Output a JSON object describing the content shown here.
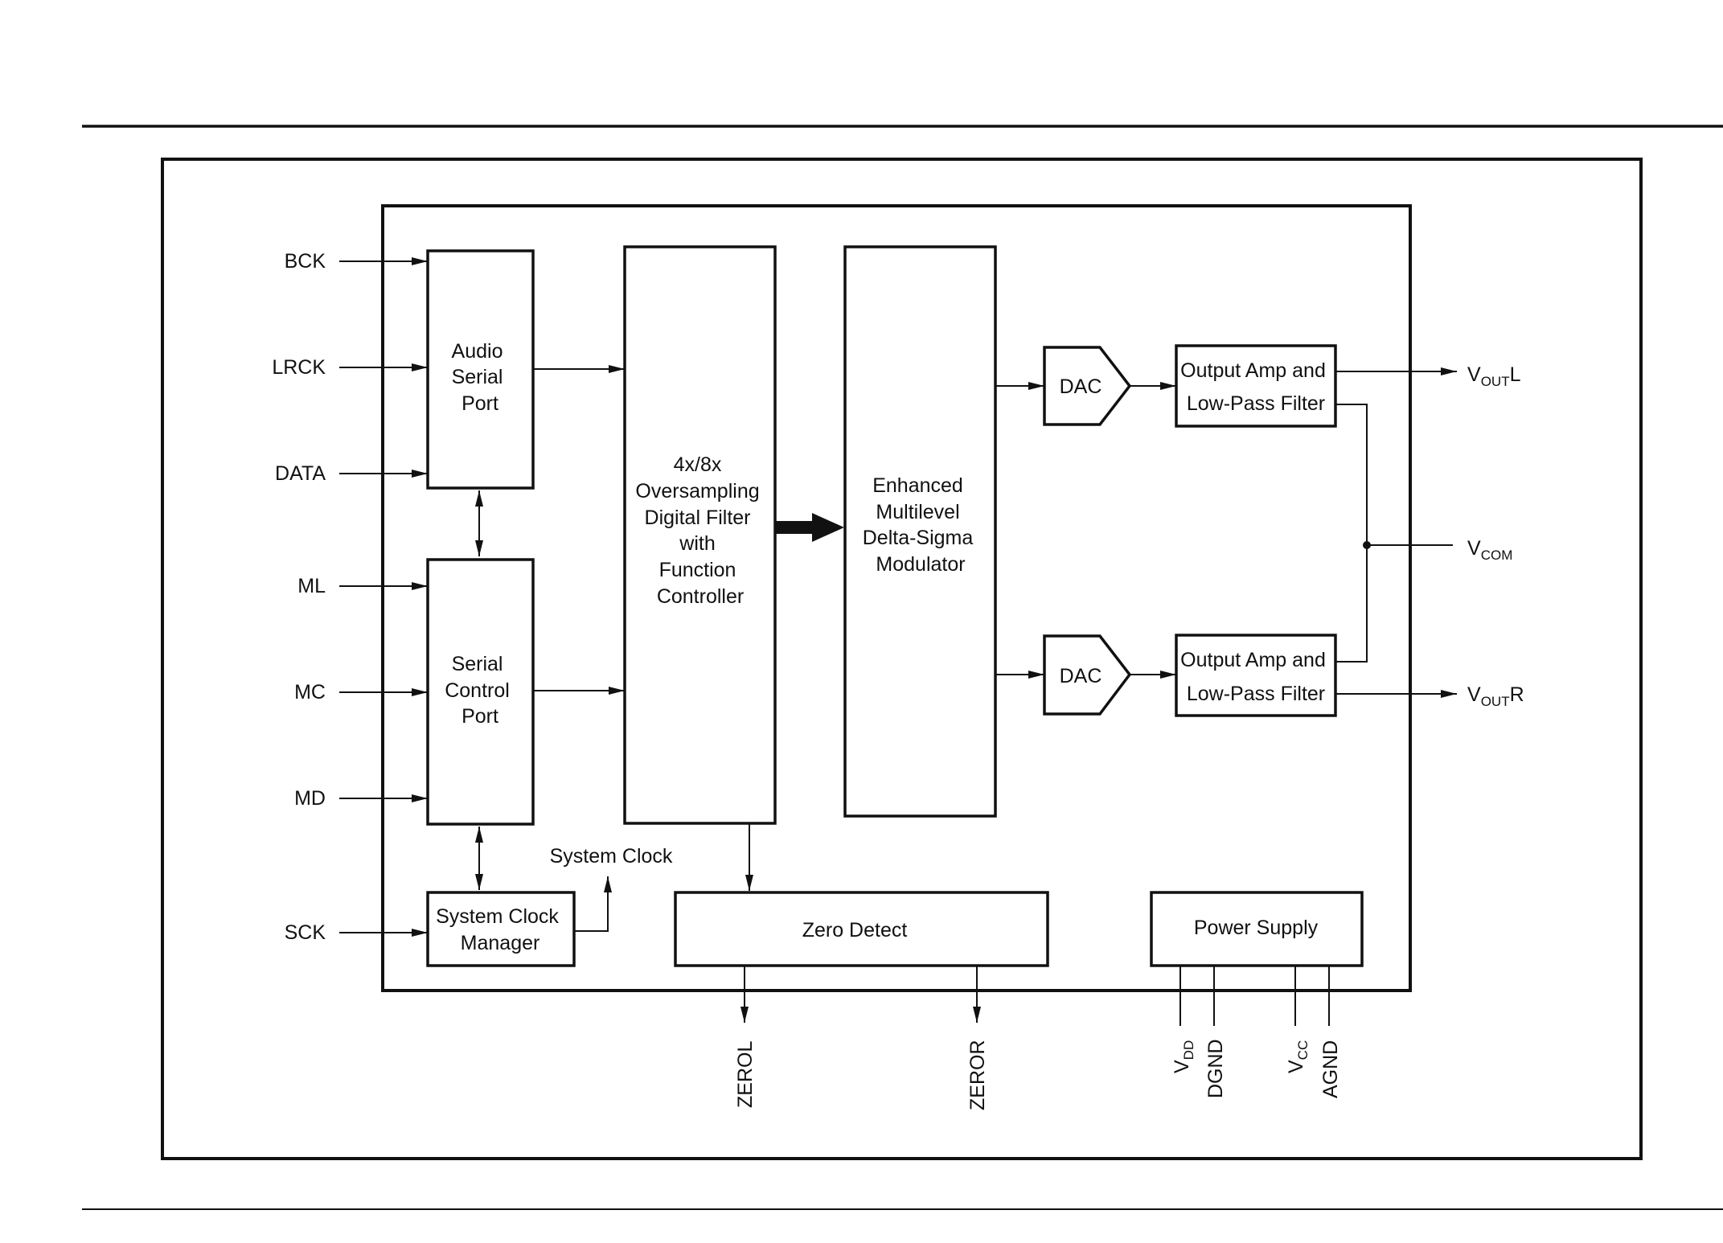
{
  "inputs": {
    "bck": "BCK",
    "lrck": "LRCK",
    "data": "DATA",
    "ml": "ML",
    "mc": "MC",
    "md": "MD",
    "sck": "SCK"
  },
  "blocks": {
    "audio_serial_port": [
      "Audio",
      "Serial",
      "Port"
    ],
    "serial_control_port": [
      "Serial",
      "Control",
      "Port"
    ],
    "digital_filter": [
      "4x/8x",
      "Oversampling",
      "Digital Filter",
      "with",
      "Function",
      "Controller"
    ],
    "modulator": [
      "Enhanced",
      "Multilevel",
      "Delta-Sigma",
      "Modulator"
    ],
    "dac_left": "DAC",
    "dac_right": "DAC",
    "output_amp_left": [
      "Output Amp and",
      "Low-Pass Filter"
    ],
    "output_amp_right": [
      "Output Amp and",
      "Low-Pass Filter"
    ],
    "system_clock_manager": [
      "System Clock",
      "Manager"
    ],
    "zero_detect": "Zero Detect",
    "power_supply": "Power Supply"
  },
  "signals": {
    "system_clock": "System Clock",
    "vout_left": {
      "base": "V",
      "sub": "OUT",
      "suffix": "L"
    },
    "vout_right": {
      "base": "V",
      "sub": "OUT",
      "suffix": "R"
    },
    "vcom": {
      "base": "V",
      "sub": "COM"
    }
  },
  "bottom_pins": {
    "zerol": "ZEROL",
    "zeror": "ZEROR",
    "vdd": {
      "base": "V",
      "sub": "DD"
    },
    "dgnd": "DGND",
    "vcc": {
      "base": "V",
      "sub": "CC"
    },
    "agnd": "AGND"
  }
}
